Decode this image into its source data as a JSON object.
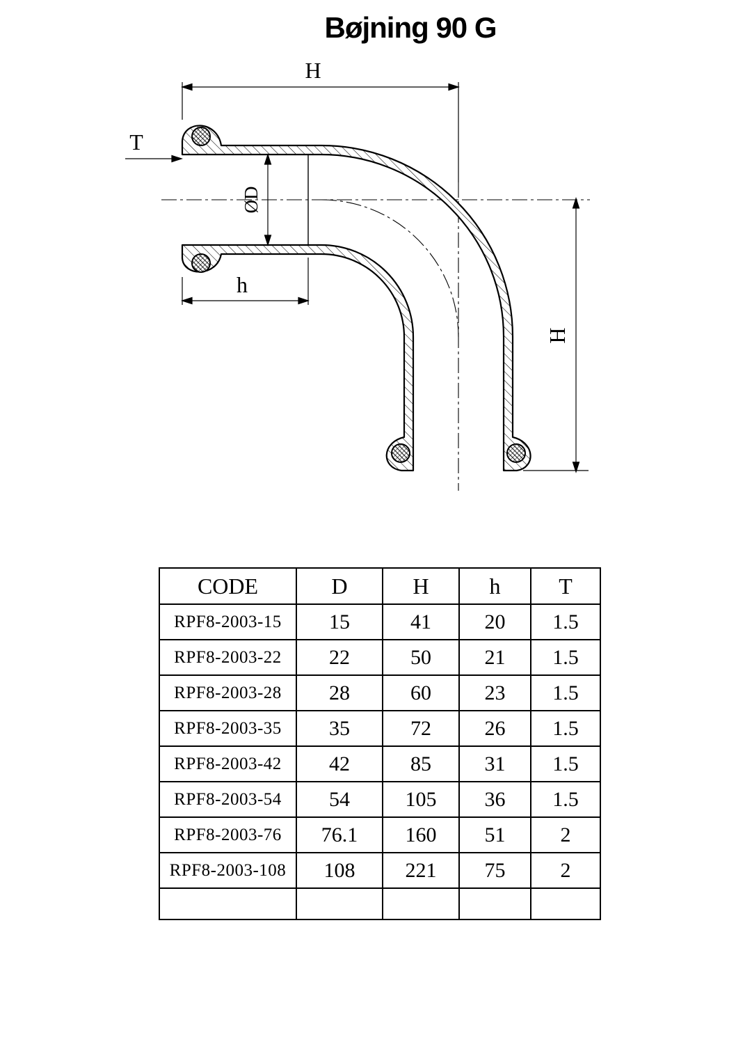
{
  "title": "Bøjning 90 G",
  "drawing": {
    "labels": {
      "height_top": "H",
      "wall_thickness": "T",
      "diameter": "ØD",
      "socket_depth": "h",
      "height_right": "H"
    }
  },
  "table": {
    "headers": [
      "CODE",
      "D",
      "H",
      "h",
      "T"
    ],
    "rows": [
      [
        "RPF8-2003-15",
        "15",
        "41",
        "20",
        "1.5"
      ],
      [
        "RPF8-2003-22",
        "22",
        "50",
        "21",
        "1.5"
      ],
      [
        "RPF8-2003-28",
        "28",
        "60",
        "23",
        "1.5"
      ],
      [
        "RPF8-2003-35",
        "35",
        "72",
        "26",
        "1.5"
      ],
      [
        "RPF8-2003-42",
        "42",
        "85",
        "31",
        "1.5"
      ],
      [
        "RPF8-2003-54",
        "54",
        "105",
        "36",
        "1.5"
      ],
      [
        "RPF8-2003-76",
        "76.1",
        "160",
        "51",
        "2"
      ],
      [
        "RPF8-2003-108",
        "108",
        "221",
        "75",
        "2"
      ]
    ]
  }
}
